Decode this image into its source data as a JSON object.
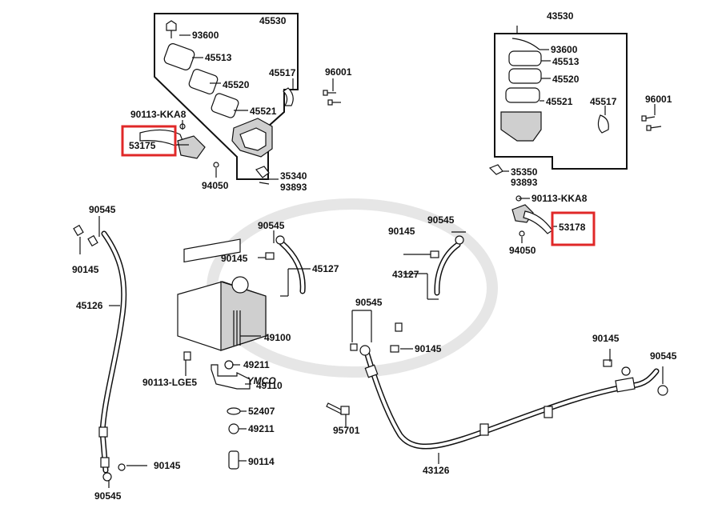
{
  "watermark": {
    "brand": "KYMCO"
  },
  "labels": {
    "l45530": "45530",
    "l93600a": "93600",
    "l45513a": "45513",
    "l45520a": "45520",
    "l45517a": "45517",
    "l45521a": "45521",
    "l90113kka8a": "90113-KKA8",
    "l53175": "53175",
    "l94050a": "94050",
    "l96001a": "96001",
    "l35340": "35340",
    "l93893a": "93893",
    "l43530": "43530",
    "l93600b": "93600",
    "l45513b": "45513",
    "l45520b": "45520",
    "l45521b": "45521",
    "l45517b": "45517",
    "l96001b": "96001",
    "l35350": "35350",
    "l93893b": "93893",
    "l90113kka8b": "90113-KKA8",
    "l53178": "53178",
    "l94050b": "94050",
    "l90545a": "90545",
    "l90145a": "90145",
    "l45126": "45126",
    "l90145b": "90145",
    "l90545b": "90545",
    "l90545c": "90545",
    "l90145c": "90145",
    "l45127": "45127",
    "l90545d": "90545",
    "l90145d": "90145",
    "l43127": "43127",
    "l49100": "49100",
    "l90113lge5": "90113-LGE5",
    "l49211a": "49211",
    "l49110": "49110",
    "l52407": "52407",
    "l49211b": "49211",
    "l90114": "90114",
    "l90545e": "90545",
    "l90145e": "90145",
    "l95701": "95701",
    "l43126": "43126",
    "l90145f": "90145",
    "l90545f": "90545"
  },
  "colors": {
    "highlight": "#e02828",
    "line": "#111111",
    "watermark": "#e3e3e3"
  },
  "highlighted_parts": [
    "53175",
    "53178"
  ]
}
